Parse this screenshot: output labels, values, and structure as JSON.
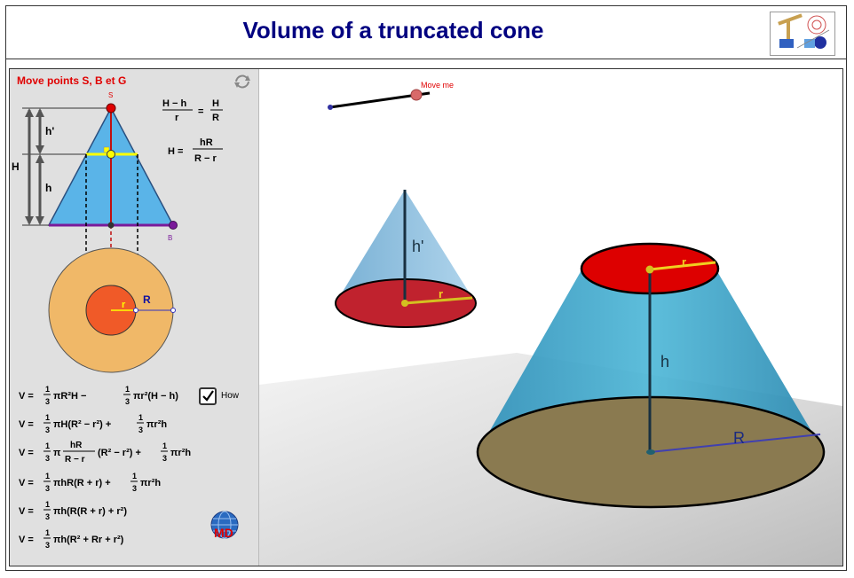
{
  "title": "Volume of a truncated cone",
  "panel": {
    "instruction": "Move  points S, B et G",
    "point_labels": {
      "S": "S",
      "B": "B"
    },
    "dim_labels": {
      "hprime": "h'",
      "H": "H",
      "h": "h",
      "R": "R",
      "r": "r"
    },
    "formula_top1": {
      "lhs_num": "H − h",
      "lhs_den": "r",
      "eq": "=",
      "rhs_num": "H",
      "rhs_den": "R"
    },
    "formula_top2": {
      "lhs": "H =",
      "num": "hR",
      "den": "R − r"
    },
    "how_label": "How",
    "how_checked": true,
    "volume_lines": [
      {
        "rest": "πR²H − ",
        "rest2": "πr²(H − h)"
      },
      {
        "rest": "πH(R² − r²) + ",
        "rest2": "πr²h"
      },
      {
        "rest": "π",
        "rest2": "(R² − r²) + ",
        "rest3": "πr²h",
        "frac_num": "hR",
        "frac_den": "R − r"
      },
      {
        "rest": "πhR(R + r) + ",
        "rest2": "πr²h"
      },
      {
        "rest": "πh(R(R + r) + r²)"
      },
      {
        "rest": "πh(R² + Rr + r²)"
      }
    ],
    "v_prefix": "V =",
    "one": "1",
    "three": "3"
  },
  "view3d": {
    "slider_label": "Move me",
    "small_cone": {
      "height_label": "h'",
      "radius_label": "r"
    },
    "frustum": {
      "height_label": "h",
      "top_radius_label": "r",
      "bottom_radius_label": "R"
    }
  },
  "logo_badge": "MD",
  "colors": {
    "title": "#000080",
    "instruction": "#e00000",
    "cone_blue": "#5ab4e8",
    "annulus": "#f0b868",
    "inner_disk": "#f05a28",
    "top_disk": "#dd0000",
    "base_disk": "#8a7a50"
  }
}
